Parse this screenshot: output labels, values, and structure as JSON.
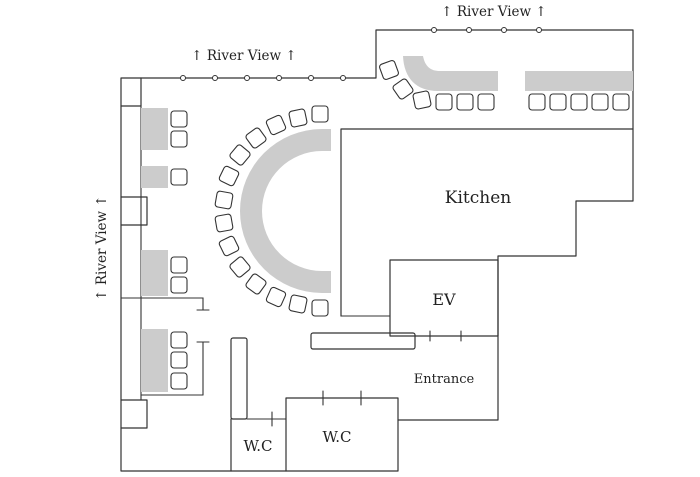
{
  "labels": {
    "river_view_top": "↑ River View ↑",
    "river_view_upper_right": "↑ River View ↑",
    "river_view_left": "↑ River View ↑",
    "kitchen": "Kitchen",
    "elevator": "EV",
    "entrance": "Entrance",
    "restroom_left": "W.C",
    "restroom_right": "W.C"
  },
  "colors": {
    "wall": "#333333",
    "counter": "#cccccc",
    "seat_fill": "#ffffff",
    "text": "#222222"
  }
}
